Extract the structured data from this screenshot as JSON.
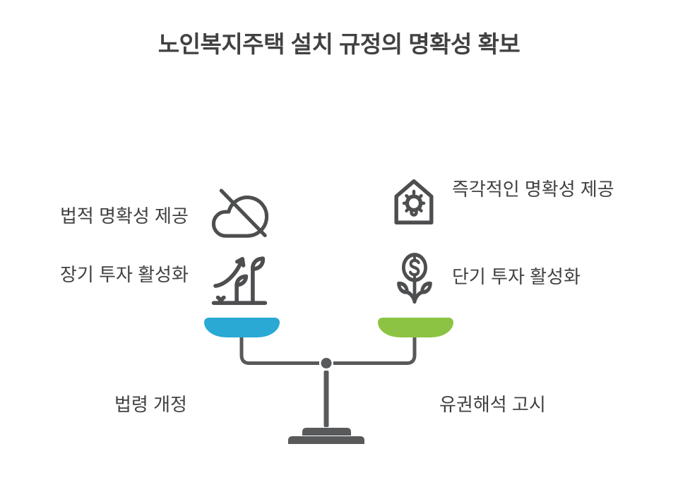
{
  "title": "노인복지주택 설치 규정의 명확성 확보",
  "left_side": {
    "items": [
      {
        "label": "법적 명확성 제공",
        "icon": "cloud-off-icon"
      },
      {
        "label": "장기 투자 활성화",
        "icon": "sprout-growth-icon"
      }
    ],
    "pan_label": "법령 개정",
    "pan_color": "#29a9d4"
  },
  "right_side": {
    "items": [
      {
        "label": "즉각적인 명확성 제공",
        "icon": "house-idea-icon"
      },
      {
        "label": "단기 투자 활성화",
        "icon": "money-plant-icon"
      }
    ],
    "pan_label": "유권해석 고시",
    "pan_color": "#8dc342"
  },
  "diagram": {
    "type": "balance-scale",
    "stand_color": "#58595b",
    "icon_stroke_color": "#4d4e50",
    "text_color": "#414042"
  }
}
